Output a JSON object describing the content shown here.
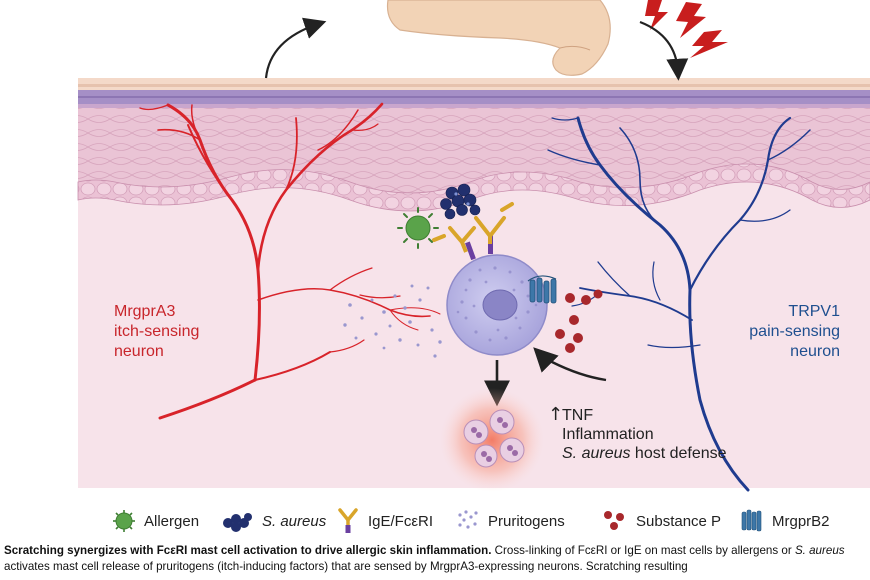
{
  "labels": {
    "itch_neuron": [
      "MrgprA3",
      "itch-sensing",
      "neuron"
    ],
    "pain_neuron": [
      "TRPV1",
      "pain-sensing",
      "neuron"
    ],
    "effects_arrow": "↑",
    "effects": {
      "tnf": "TNF",
      "inflammation": "Inflammation",
      "host_defense_species": "S. aureus",
      "host_defense_rest": " host defense"
    }
  },
  "legend": [
    {
      "icon": "allergen-icon",
      "label": "Allergen",
      "italic": false
    },
    {
      "icon": "s-aureus-icon",
      "label": "S. aureus",
      "italic": true
    },
    {
      "icon": "ige-fceri-icon",
      "label": "IgE/FcεRI",
      "italic": false
    },
    {
      "icon": "pruritogens-icon",
      "label": "Pruritogens",
      "italic": false
    },
    {
      "icon": "substance-p-icon",
      "label": "Substance P",
      "italic": false
    },
    {
      "icon": "mrgprb2-icon",
      "label": "MrgprB2",
      "italic": false
    }
  ],
  "caption": {
    "title": "Scratching synergizes with FcεRI mast cell activation to drive allergic skin inflammation.",
    "text_1": " Cross-linking of FcεRI or IgE on mast cells by allergens or ",
    "species": "S. aureus",
    "text_2": " activates mast cell release of pruritogens (itch-inducing factors) that are sensed by MrgprA3-expressing neurons. Scratching resulting"
  },
  "colors": {
    "itch_neuron": "#d8232a",
    "pain_neuron": "#1f3b8f",
    "dermis": "#f7e3ea",
    "epidermis": "#e9bcd0",
    "stratum_corneum": "#a58fc6",
    "mast_cell": "#b7b4e3",
    "substance_p": "#a8282c",
    "allergen": "#5aa34a",
    "s_aureus": "#22306e",
    "ige": "#d9a52a",
    "pruritogens": "#9a97cf"
  }
}
